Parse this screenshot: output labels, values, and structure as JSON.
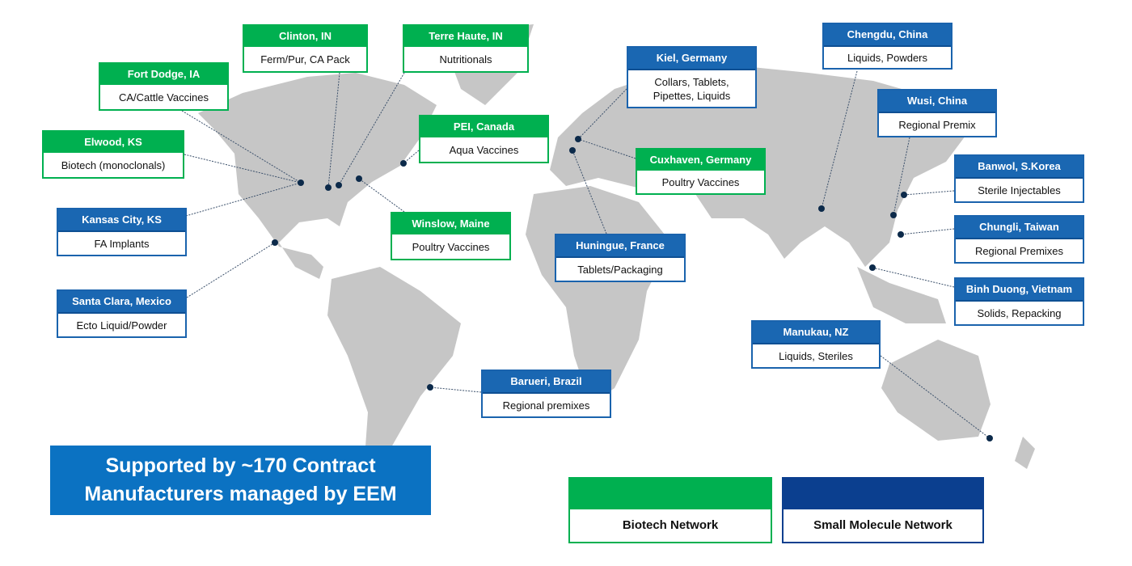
{
  "sites": [
    {
      "id": "clinton",
      "city": "Clinton, IN",
      "desc": "Ferm/Pur, CA Pack",
      "network": "biotech"
    },
    {
      "id": "terre-haute",
      "city": "Terre Haute, IN",
      "desc": "Nutritionals",
      "network": "biotech"
    },
    {
      "id": "fort-dodge",
      "city": "Fort Dodge, IA",
      "desc": "CA/Cattle Vaccines",
      "network": "biotech"
    },
    {
      "id": "elwood",
      "city": "Elwood, KS",
      "desc": "Biotech (monoclonals)",
      "network": "biotech"
    },
    {
      "id": "kansas-city",
      "city": "Kansas City, KS",
      "desc": "FA Implants",
      "network": "small-molecule"
    },
    {
      "id": "santa-clara",
      "city": "Santa Clara, Mexico",
      "desc": "Ecto Liquid/Powder",
      "network": "small-molecule"
    },
    {
      "id": "pei",
      "city": "PEI, Canada",
      "desc": "Aqua Vaccines",
      "network": "biotech"
    },
    {
      "id": "winslow",
      "city": "Winslow, Maine",
      "desc": "Poultry Vaccines",
      "network": "biotech"
    },
    {
      "id": "kiel",
      "city": "Kiel, Germany",
      "desc": "Collars, Tablets, Pipettes, Liquids",
      "network": "small-molecule"
    },
    {
      "id": "cuxhaven",
      "city": "Cuxhaven, Germany",
      "desc": "Poultry Vaccines",
      "network": "biotech"
    },
    {
      "id": "huningue",
      "city": "Huningue, France",
      "desc": "Tablets/Packaging",
      "network": "small-molecule"
    },
    {
      "id": "chengdu",
      "city": "Chengdu, China",
      "desc": "Liquids, Powders",
      "network": "small-molecule"
    },
    {
      "id": "wusi",
      "city": "Wusi, China",
      "desc": "Regional Premix",
      "network": "small-molecule"
    },
    {
      "id": "banwol",
      "city": "Banwol, S.Korea",
      "desc": "Sterile Injectables",
      "network": "small-molecule"
    },
    {
      "id": "chungli",
      "city": "Chungli, Taiwan",
      "desc": "Regional Premixes",
      "network": "small-molecule"
    },
    {
      "id": "binh-duong",
      "city": "Binh Duong, Vietnam",
      "desc": "Solids, Repacking",
      "network": "small-molecule"
    },
    {
      "id": "manukau",
      "city": "Manukau, NZ",
      "desc": "Liquids, Steriles",
      "network": "small-molecule"
    },
    {
      "id": "barueri",
      "city": "Barueri, Brazil",
      "desc": "Regional premixes",
      "network": "small-molecule"
    }
  ],
  "banner": {
    "line1": "Supported by ~170 Contract",
    "line2": "Manufacturers managed by EEM"
  },
  "legend": {
    "biotech": "Biotech Network",
    "small_molecule": "Small Molecule Network"
  },
  "colors": {
    "biotech": "#00b050",
    "small_molecule": "#1a67b2",
    "legend_small_molecule": "#0b3f8f",
    "land": "#c6c6c6",
    "banner": "#0b72c2"
  }
}
